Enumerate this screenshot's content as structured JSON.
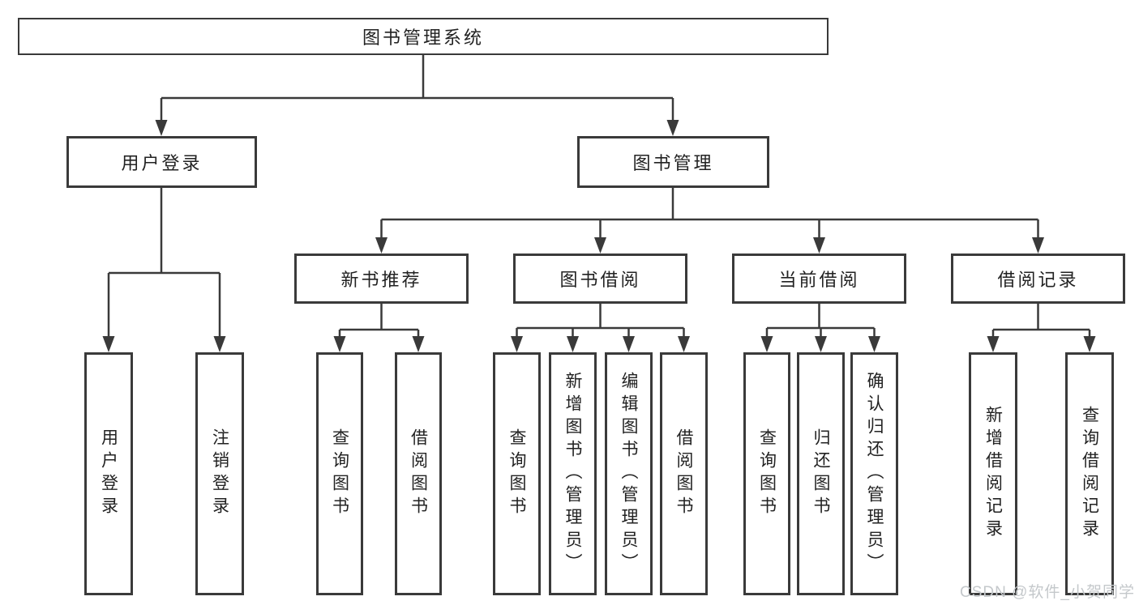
{
  "diagram_title": "图书管理系统",
  "colors": {
    "line": "#3a3a3a",
    "box_fill": "#ffffff",
    "text": "#222222",
    "watermark": "#c4c8cb"
  },
  "tree": {
    "root": {
      "label": "图书管理系统",
      "children": [
        {
          "label": "用户登录",
          "children": [
            {
              "label": "用户登录"
            },
            {
              "label": "注销登录"
            }
          ]
        },
        {
          "label": "图书管理",
          "children": [
            {
              "label": "新书推荐",
              "children": [
                {
                  "label": "查询图书"
                },
                {
                  "label": "借阅图书"
                }
              ]
            },
            {
              "label": "图书借阅",
              "children": [
                {
                  "label": "查询图书"
                },
                {
                  "label": "新增图书（管理员）"
                },
                {
                  "label": "编辑图书（管理员）"
                },
                {
                  "label": "借阅图书"
                }
              ]
            },
            {
              "label": "当前借阅",
              "children": [
                {
                  "label": "查询图书"
                },
                {
                  "label": "归还图书"
                },
                {
                  "label": "确认归还（管理员）"
                }
              ]
            },
            {
              "label": "借阅记录",
              "children": [
                {
                  "label": "新增借阅记录"
                },
                {
                  "label": "查询借阅记录"
                }
              ]
            }
          ]
        }
      ]
    }
  },
  "watermark": {
    "text": "CSDN @软件_小贺同学"
  }
}
